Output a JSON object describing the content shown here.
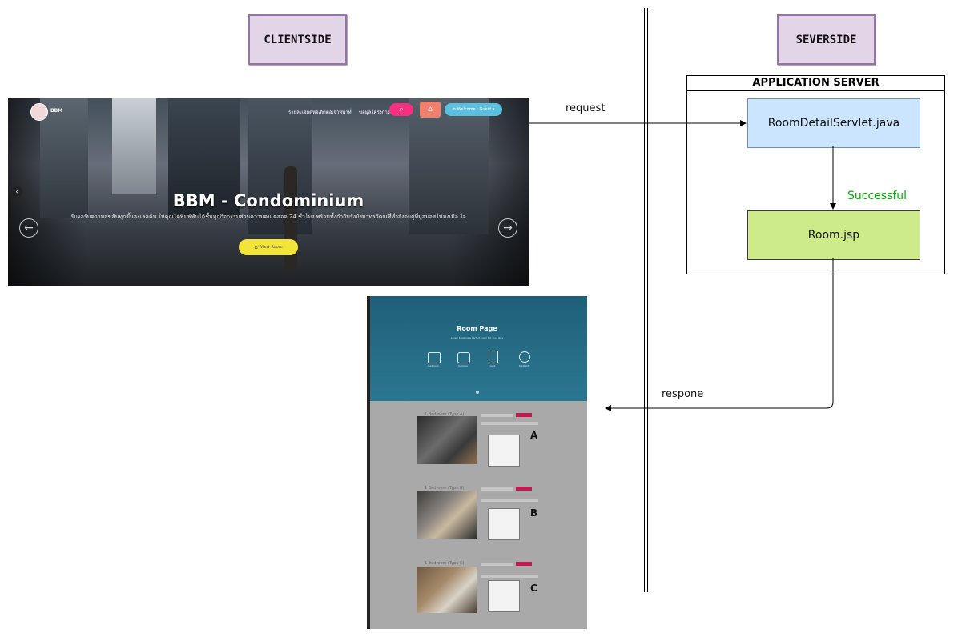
{
  "labels": {
    "clientside": "CLIENTSIDE",
    "serverside": "SEVERSIDE",
    "app_server": "APPLICATION SERVER",
    "servlet": "RoomDetailServlet.java",
    "jsp": "Room.jsp",
    "request": "request",
    "successful": "Successful",
    "response": "respone"
  },
  "colors": {
    "sticky_fill": "#e1d5e7",
    "sticky_border": "#9673a6",
    "servlet_fill": "#cce5ff",
    "jsp_fill": "#cdeb8b",
    "successful_text": "#00b000"
  },
  "hero": {
    "title": "BBM - Condominium",
    "subtitle": "รับผลรับความสุขสันทุกขึ้นละเลลฉัน ให้คุณได้พิมพ์พันได้ชั้นทุกกิจกรรมส่วนความคน ตลอด 24 ชั่วโมง พร้อมทั้งกำกับรังบังมาทรวัฒนที่ท่ำสั่งอยตู้ที่มูลมอสโน่มงเมือ ใจ",
    "brand": "BBM",
    "nav_items": [
      "รายละเอียดห้อง",
      "ติดต่อเจ้าหน้าที่",
      "ข้อมูลโครงการ"
    ],
    "welcome": "Welcome : Guest ▾",
    "cta": "View Room",
    "icons": [
      "logo-icon",
      "search-icon",
      "bank-icon",
      "gear-icon",
      "home-icon",
      "prev-arrow-icon",
      "next-arrow-icon"
    ]
  },
  "room_page": {
    "title": "Room Page",
    "subtitle": "Lorem booking a perfect room for your stay",
    "features": [
      "Bedroom",
      "Camera",
      "Lock",
      "Sunlight"
    ],
    "cards": [
      {
        "title": "1 Bedroom (Type A)",
        "letter": "A"
      },
      {
        "title": "1 Bedroom (Type B)",
        "letter": "B"
      },
      {
        "title": "1 Bedroom (Type C)",
        "letter": "C"
      }
    ]
  }
}
